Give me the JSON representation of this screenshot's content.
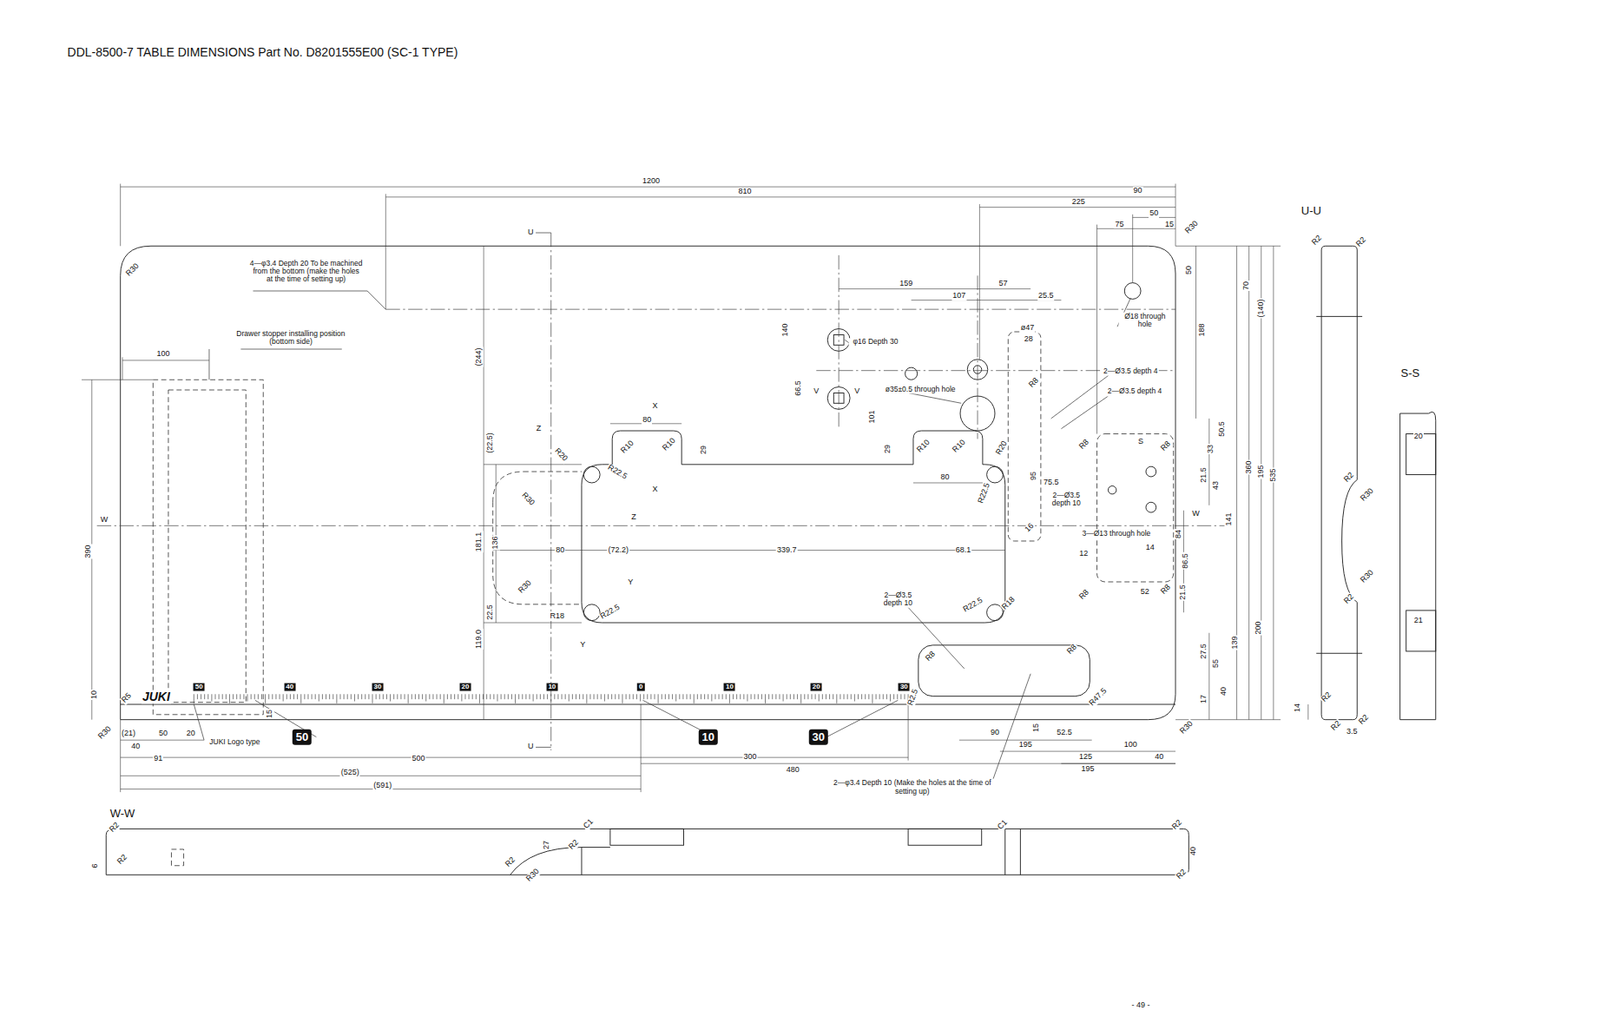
{
  "diagram": {
    "title": "DDL-8500-7 TABLE DIMENSIONS Part No. D8201555E00 (SC-1 TYPE)",
    "labels": [
      "1200",
      "810",
      "90",
      "225",
      "50",
      "75",
      "15",
      "R30",
      "U-U",
      "R2",
      "R2",
      "S-S",
      "U",
      "U",
      "4—φ3.4 Depth 20 To be machined from the bottom (make the holes at the time of setting up)",
      "R30",
      "Drawer stopper installing position (bottom side)",
      "100",
      "(244)",
      "159",
      "57",
      "107",
      "25.5",
      "140",
      "φ16 Depth 30",
      "ø47",
      "28",
      "Ø18 through hole",
      "50",
      "70",
      "(140)",
      "188",
      "66.5",
      "V",
      "V",
      "ø35±0.5 through hole",
      "101",
      "2—Ø3.5 depth 4",
      "2—Ø3.5 depth 4",
      "R8",
      "X",
      "X",
      "80",
      "R10",
      "R10",
      "29",
      "29",
      "R10",
      "R10",
      "R20",
      "R8",
      "S",
      "R8",
      "33",
      "50.5",
      "Z",
      "R20",
      "R22.5",
      "Z",
      "(22.5)",
      "80",
      "R22.5",
      "95",
      "75.5",
      "2—Ø3.5 depth 10",
      "21.5",
      "43",
      "360",
      "195",
      "535",
      "R30",
      "W",
      "W",
      "181.1",
      "136",
      "390",
      "80",
      "(72.2)",
      "339.7",
      "68.1",
      "16",
      "3—Ø13 through hole",
      "14",
      "12",
      "84",
      "141",
      "86.5",
      "R30",
      "Y",
      "Y",
      "2—Ø3.5 depth 10",
      "R22.5",
      "R18",
      "52",
      "R8",
      "R8",
      "21.5",
      "22.5",
      "R18",
      "R22.5",
      "119.0",
      "200",
      "R8",
      "R8",
      "139",
      "27.5",
      "55",
      "17",
      "40",
      "R47.5",
      "R2.5",
      "10",
      "R5",
      "JUKI",
      "50",
      "40",
      "30",
      "20",
      "10",
      "0",
      "10",
      "20",
      "30",
      "15",
      "R30",
      "(21)",
      "50",
      "20",
      "40",
      "JUKI Logo type",
      "50",
      "10",
      "30",
      "91",
      "500",
      "300",
      "90",
      "15",
      "52.5",
      "195",
      "125",
      "100",
      "40",
      "480",
      "195",
      "(525)",
      "(591)",
      "2—φ3.4 Depth 10 (Make the holes at the time of setting up)",
      "R30",
      "14",
      "R2",
      "R2",
      "3.5",
      "R2",
      "R2",
      "R30",
      "R30",
      "R2",
      "20",
      "21",
      "W-W",
      "R2",
      "R2",
      "6",
      "27",
      "R2",
      "C1",
      "R2",
      "R30",
      "C1",
      "R2",
      "40",
      "R2",
      "- 49 -"
    ]
  }
}
